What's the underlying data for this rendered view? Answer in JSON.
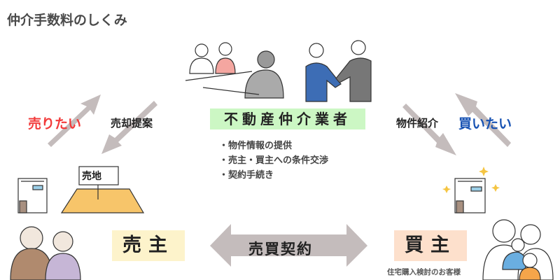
{
  "title": "仲介手数料のしくみ",
  "left": {
    "want": "売りたい",
    "proposal": "売却提案",
    "sign": "売地"
  },
  "right": {
    "want": "買いたい",
    "intro": "物件紹介"
  },
  "agent": {
    "label": "不動産仲介業者",
    "bullets": [
      "・物件情報の提供",
      "・売主・買主への条件交渉",
      "・契約手続き"
    ]
  },
  "seller": {
    "label": "売主"
  },
  "buyer": {
    "label": "買主",
    "caption": "住宅購入検討のお客様"
  },
  "contract": {
    "label": "売買契約"
  },
  "colors": {
    "arrow": "#c4bcbc",
    "agent_bg": "#ccf7c4",
    "seller_bg": "#fdf3cb",
    "buyer_bg": "#fde0cc",
    "sell_text": "#f23a3a",
    "buy_text": "#1752b3"
  }
}
